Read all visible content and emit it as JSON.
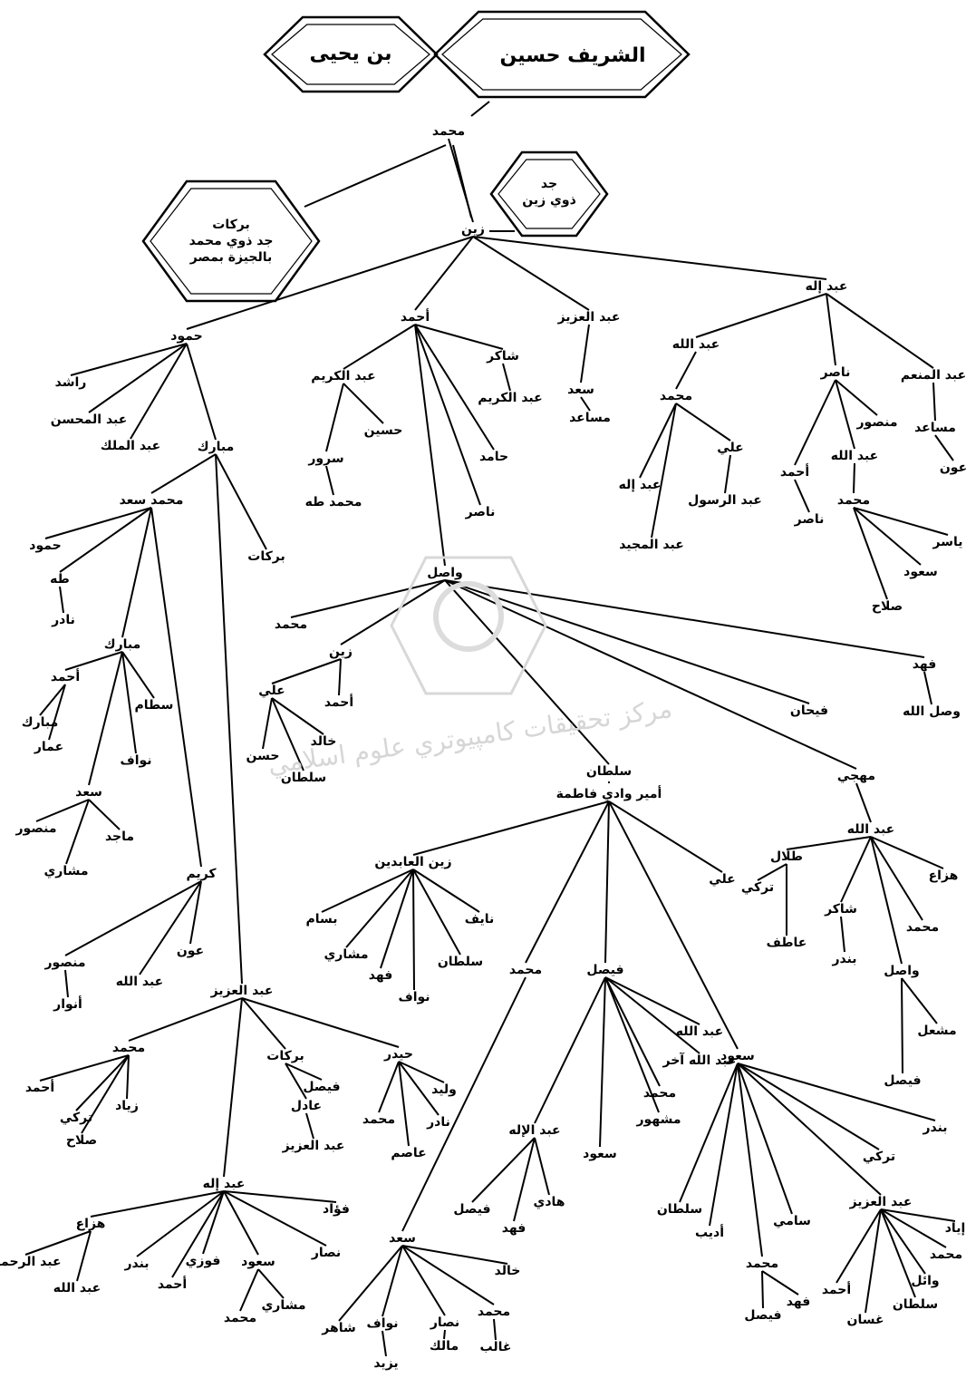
{
  "title_left": "بن يحيى",
  "title_right": "الشريف حسين",
  "side_box_1": [
    "جد",
    "ذوي زين"
  ],
  "side_box_2": [
    "بركات",
    "جد ذوي محمد",
    "بالجيزة بمصر"
  ],
  "nodes": {
    "n1": "محمد",
    "n2": "زين",
    "n3": "عبد إله",
    "n4": "عبد العزيز",
    "n5": "أحمد",
    "n6": "حمود",
    "n7": "عبد الله",
    "n8": "ناصر",
    "n9": "عبد المنعم",
    "n10": "محمد",
    "n11": "علي",
    "n12": "عبد إله",
    "n13": "عبد الرسول",
    "n14": "عبد المجيد",
    "n15": "منصور",
    "n16": "عبد الله",
    "n17": "أحمد",
    "n18": "ناصر",
    "n19": "محمد",
    "n20": "ياسر",
    "n21": "سعود",
    "n22": "صلاح",
    "n23": "مساعد",
    "n24": "عون",
    "n25": "سعد",
    "n26": "مساعد",
    "n27": "شاكر",
    "n28": "عبد الكريم",
    "n29": "عبد الكريم",
    "n30": "حسين",
    "n31": "سرور",
    "n32": "محمد طه",
    "n33": "حامد",
    "n34": "ناصر",
    "n35": "واصل",
    "n36": "راشد",
    "n37": "عبد المحسن",
    "n38": "عبد الملك",
    "n39": "مبارك",
    "n40": "محمد سعد",
    "n41": "بركات",
    "n42": "حمود",
    "n43": "طه",
    "n44": "نادر",
    "n45": "مبارك",
    "n46": "أحمد",
    "n47": "مبارك",
    "n48": "عمار",
    "n49": "سطام",
    "n50": "نواف",
    "n51": "سعد",
    "n52": "منصور",
    "n53": "ماجد",
    "n54": "مشاري",
    "n55": "كريم",
    "n56": "منصور",
    "n57": "أنوار",
    "n58": "عبد الله",
    "n59": "عون",
    "n60": "عبد العزيز",
    "n61": "محمد",
    "n62": "زين",
    "n63": "علي",
    "n64": "أحمد",
    "n65": "حسن",
    "n66": "خالد",
    "n67": "سلطان",
    "n68": "فهد",
    "n69": "وصل الله",
    "n70": "فيحان",
    "n71": "سلطان",
    "n71b": "أمير وادي فاطمة",
    "n72": "مهجي",
    "n73": "عبد الله",
    "n74": "طلال",
    "n75": "تركي",
    "n76": "عاطف",
    "n77": "شاكر",
    "n78": "بندر",
    "n79": "واصل",
    "n80": "مشعل",
    "n81": "فيصل",
    "n82": "محمد",
    "n83": "هزاع",
    "n84": "زين العابدين",
    "n85": "علي",
    "n86": "محمد",
    "n87": "فيصل",
    "n88": "سعود",
    "n89": "بسام",
    "n90": "مشاري",
    "n91": "فهد",
    "n92": "نواف",
    "n93": "سلطان",
    "n94": "نايف",
    "n95": "عبد الله",
    "n96": "عبد الله آخر",
    "n97": "محمد",
    "n98": "مشهور",
    "n99": "سعود",
    "n100": "عبد الإله",
    "n101": "فيصل",
    "n102": "فهد",
    "n103": "هادي",
    "n104": "سلطان",
    "n105": "أديب",
    "n106": "سامي",
    "n107": "عبد العزيز",
    "n108": "تركي",
    "n109": "بندر",
    "n110": "محمد",
    "n111": "فيصل",
    "n112": "فهد",
    "n113": "أحمد",
    "n114": "غسان",
    "n115": "سلطان",
    "n116": "وائل",
    "n117": "محمد",
    "n118": "إياد",
    "n119": "سعد",
    "n120": "شاهر",
    "n121": "نواف",
    "n122": "يزيد",
    "n123": "نصار",
    "n124": "مالك",
    "n125": "محمد",
    "n126": "غالب",
    "n127": "خالد",
    "n128": "محمد",
    "n129": "بركات",
    "n130": "حيدر",
    "n131": "أحمد",
    "n132": "تركي",
    "n133": "زياد",
    "n134": "صلاح",
    "n135": "فيصل",
    "n136": "عادل",
    "n137": "عبد العزيز",
    "n138": "وليد",
    "n139": "نادر",
    "n140": "عاصم",
    "n141": "محمد",
    "n142": "عبد إله",
    "n143": "هزاع",
    "n144": "عبد الرحمن",
    "n145": "عبد الله",
    "n146": "بندر",
    "n147": "أحمد",
    "n148": "فوزي",
    "n149": "سعود",
    "n150": "مشاري",
    "n151": "محمد",
    "n152": "نصار",
    "n153": "فؤاد"
  },
  "watermark_text": "مركز تحقيقات كامپيوتري علوم اسلامي"
}
